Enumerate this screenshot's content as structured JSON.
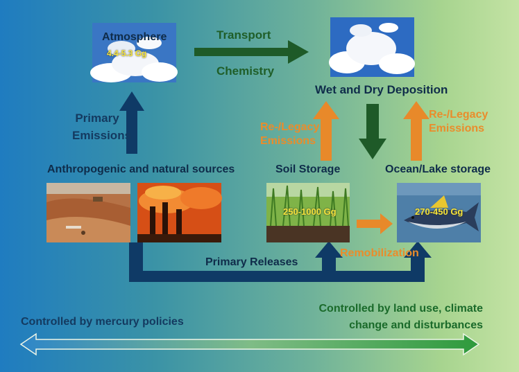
{
  "nodes": {
    "atmosphere": {
      "title": "Atmosphere",
      "value": "4.4-5.3 Gg"
    },
    "deposition": {
      "title": "Wet and Dry Deposition"
    },
    "sources": {
      "title": "Anthropogenic and natural sources"
    },
    "soil": {
      "title": "Soil Storage",
      "value": "250-1000 Gg"
    },
    "ocean": {
      "title": "Ocean/Lake storage",
      "value": "270-450 Gg"
    }
  },
  "flows": {
    "transport": "Transport",
    "chemistry": "Chemistry",
    "primary_emissions_line1": "Primary",
    "primary_emissions_line2": "Emissions",
    "legacy_left_line1": "Re-/Legacy",
    "legacy_left_line2": "Emissions",
    "legacy_right_line1": "Re-/Legacy",
    "legacy_right_line2": "Emissions",
    "remobilization": "Remobilization",
    "primary_releases": "Primary Releases"
  },
  "bottom": {
    "left_text": "Controlled by mercury policies",
    "right_text_line1": "Controlled by land use, climate",
    "right_text_line2": "change and disturbances"
  },
  "colors": {
    "navy_arrow": "#0f3a66",
    "green_arrow": "#1e5a28",
    "orange_arrow": "#e8892a",
    "value_text": "#f5e43a"
  },
  "icons": {
    "atmosphere": "cloud-sky-photo",
    "deposition": "cloud-sky-photo",
    "sources_left": "mining-site-photo",
    "sources_right": "smokestacks-photo",
    "soil": "grass-soil-photo",
    "ocean": "tuna-fish-photo"
  }
}
